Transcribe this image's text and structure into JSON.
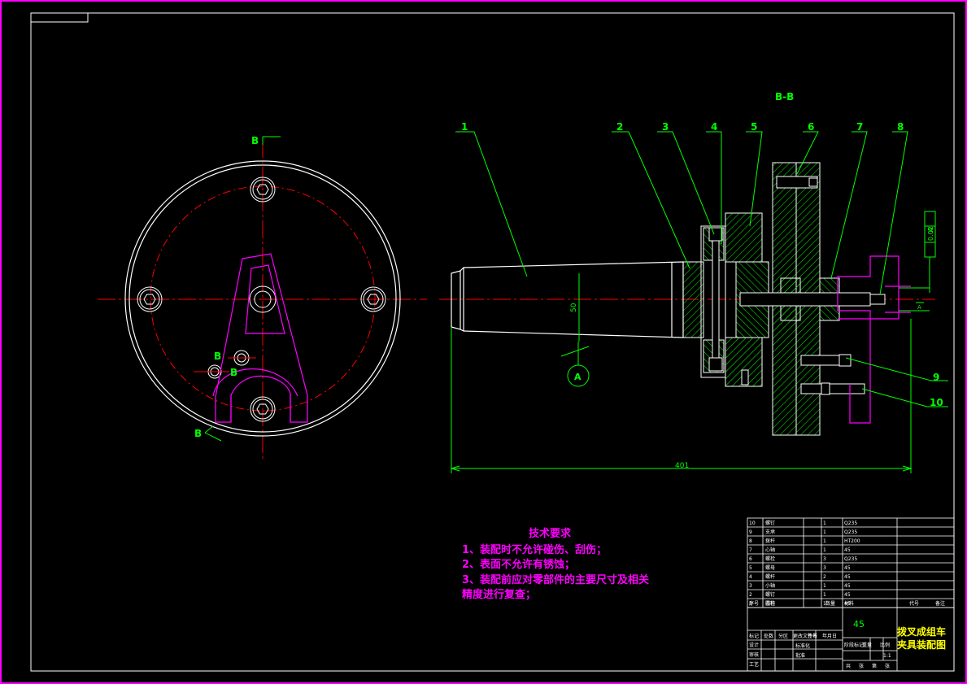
{
  "view": {
    "section_title": "B-B",
    "section_mark": "B"
  },
  "callouts": [
    "1",
    "2",
    "3",
    "4",
    "5",
    "6",
    "7",
    "8",
    "9",
    "10"
  ],
  "dimensions": {
    "length": "401",
    "diameter": "50",
    "datum": "A",
    "tolerance": "0.02",
    "tolerance_datum": "A"
  },
  "tech_requirements": {
    "title": "技术要求",
    "items": [
      "1、装配时不允许碰伤、刮伤；",
      "2、表面不允许有锈蚀；",
      "3、装配前应对零部件的主要尺寸及相关",
      "精度进行复查；"
    ]
  },
  "title_block": {
    "material": "45",
    "drawing_name_1": "拨叉成组车",
    "drawing_name_2": "夹具装配图",
    "header": [
      "序号",
      "名称",
      "数量",
      "材料",
      "代号",
      "备注"
    ],
    "rows": [
      {
        "no": "10",
        "name": "螺钉",
        "qty": "1",
        "mat": "Q235"
      },
      {
        "no": "9",
        "name": "支承",
        "qty": "1",
        "mat": "Q235"
      },
      {
        "no": "8",
        "name": "拨杆",
        "qty": "1",
        "mat": "HT200"
      },
      {
        "no": "7",
        "name": "心轴",
        "qty": "1",
        "mat": "45"
      },
      {
        "no": "6",
        "name": "螺栓",
        "qty": "3",
        "mat": "Q235"
      },
      {
        "no": "5",
        "name": "螺母",
        "qty": "3",
        "mat": "45"
      },
      {
        "no": "4",
        "name": "螺杆",
        "qty": "2",
        "mat": "45"
      },
      {
        "no": "3",
        "name": "小轴",
        "qty": "1",
        "mat": "45"
      },
      {
        "no": "2",
        "name": "螺钉",
        "qty": "1",
        "mat": "45"
      },
      {
        "no": "1",
        "name": "圆柱",
        "qty": "1",
        "mat": "45"
      }
    ],
    "sign_labels": [
      "标记",
      "处数",
      "分区",
      "更改文件号",
      "签名",
      "年月日"
    ],
    "roles": [
      "设计",
      "审核",
      "工艺"
    ],
    "std_labels": [
      "标准化",
      "批准"
    ],
    "stage_labels": [
      "阶段标记",
      "重量",
      "比例"
    ],
    "scale": "1:1",
    "sheet": [
      "共",
      "张",
      "第",
      "张"
    ]
  },
  "colors": {
    "border": "#ff00ff",
    "frame": "#ffffff",
    "part": "#00ff00",
    "centerline": "#ff0000",
    "text_callout": "#00ff00",
    "notes": "#ff00ff"
  }
}
